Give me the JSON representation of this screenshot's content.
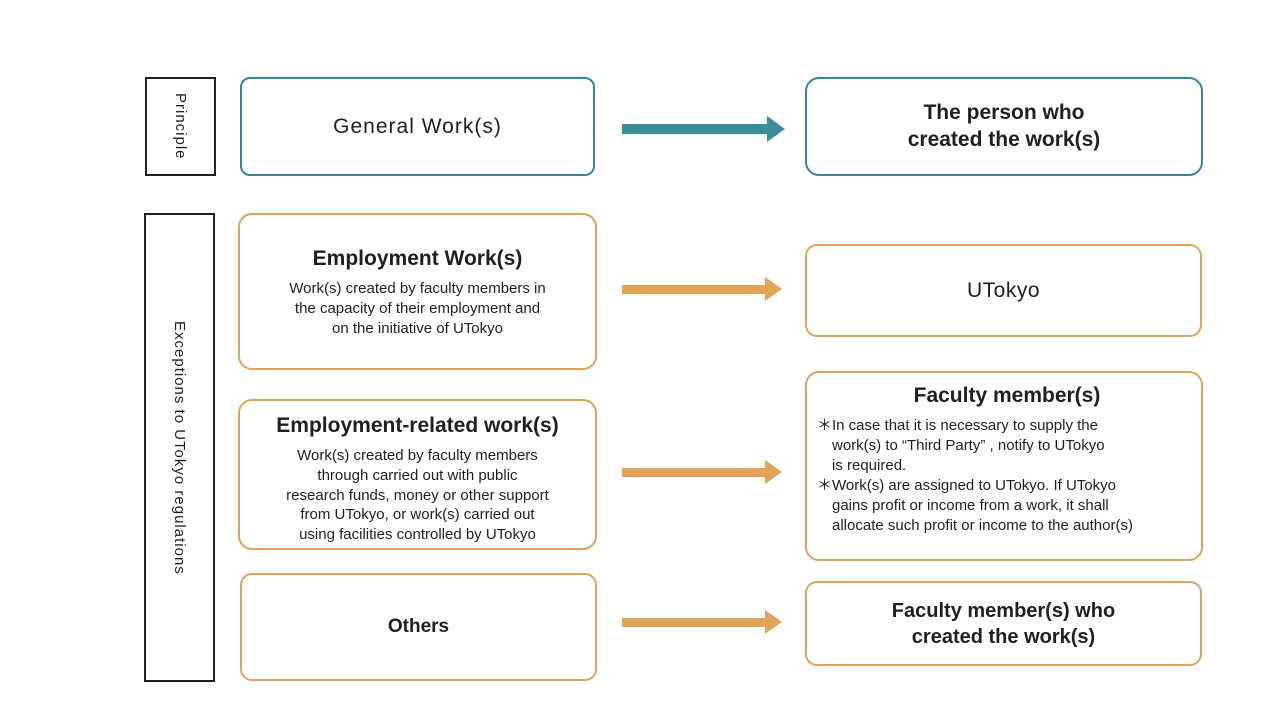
{
  "colors": {
    "teal": "#35869A",
    "teal_arrow": "#3A8C9D",
    "orange": "#DCA45F",
    "orange_arrow": "#E2A458",
    "text": "#1f1f1f"
  },
  "principle": {
    "side_label": "Principle",
    "source_label": "General Work(s)",
    "result_text": "The person who\ncreated the work(s)"
  },
  "exceptions": {
    "side_label": "Exceptions to UTokyo regulations",
    "employment": {
      "title": "Employment Work(s)",
      "body": "Work(s) created by faculty members in\nthe capacity of their employment and\non the initiative of UTokyo",
      "result": "UTokyo"
    },
    "employment_related": {
      "title": "Employment-related work(s)",
      "body": "Work(s) created by faculty members\nthrough carried out with public\nresearch funds, money or other support\nfrom UTokyo, or work(s) carried out\nusing facilities controlled by UTokyo",
      "result_title": "Faculty member(s)",
      "result_notes": [
        "＊In case that it is necessary to supply the\nwork(s) to “Third Party” , notify to UTokyo\nis required.",
        "＊Work(s) are assigned to UTokyo. If UTokyo\ngains profit or income from a work, it shall\nallocate such profit or income to the author(s)"
      ]
    },
    "others": {
      "title": "Others",
      "result": "Faculty member(s) who\ncreated the work(s)"
    }
  }
}
